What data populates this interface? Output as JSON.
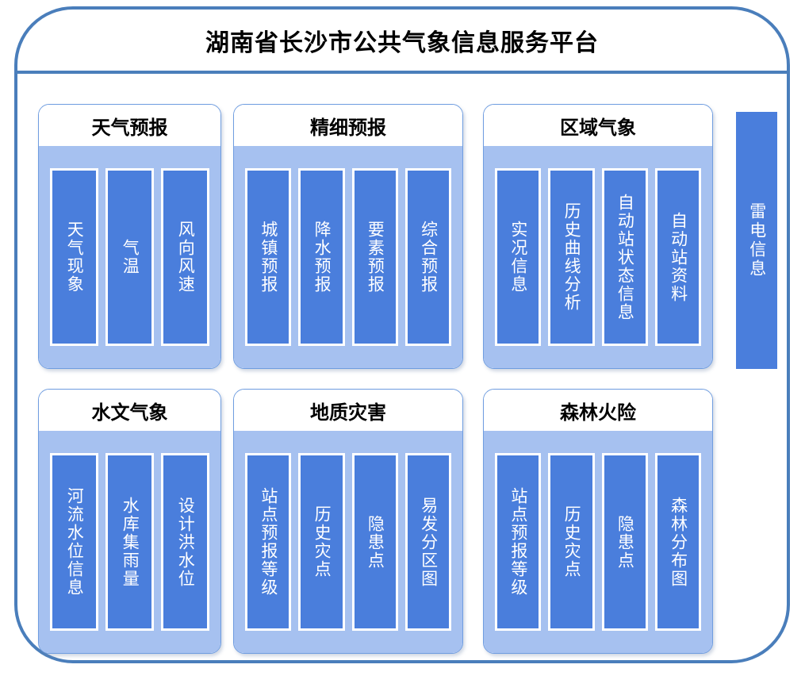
{
  "header": {
    "title": "湖南省长沙市公共气象信息服务平台"
  },
  "colors": {
    "frame_border": "#4a7ebb",
    "card_border": "#6f9de0",
    "card_body": "#a6c1f0",
    "item_fill": "#4a7edc",
    "item_text": "#ffffff",
    "title_text": "#000000"
  },
  "sidebar": {
    "lightning": {
      "label": "雷电信息"
    }
  },
  "groups": [
    {
      "title": "天气预报",
      "items": [
        {
          "label": "天气现象"
        },
        {
          "label": "气温"
        },
        {
          "label": "风向风速"
        }
      ]
    },
    {
      "title": "精细预报",
      "items": [
        {
          "label": "城镇预报"
        },
        {
          "label": "降水预报"
        },
        {
          "label": "要素预报"
        },
        {
          "label": "综合预报"
        }
      ]
    },
    {
      "title": "区域气象",
      "items": [
        {
          "label": "实况信息"
        },
        {
          "label": "历史曲线分析"
        },
        {
          "label": "自动站状态信息"
        },
        {
          "label": "自动站资料"
        }
      ]
    },
    {
      "title": "水文气象",
      "items": [
        {
          "label": "河流水位信息"
        },
        {
          "label": "水库集雨量"
        },
        {
          "label": "设计洪水位"
        }
      ]
    },
    {
      "title": "地质灾害",
      "items": [
        {
          "label": "站点预报等级"
        },
        {
          "label": "历史灾点"
        },
        {
          "label": "隐患点"
        },
        {
          "label": "易发分区图"
        }
      ]
    },
    {
      "title": "森林火险",
      "items": [
        {
          "label": "站点预报等级"
        },
        {
          "label": "历史灾点"
        },
        {
          "label": "隐患点"
        },
        {
          "label": "森林分布图"
        }
      ]
    }
  ]
}
